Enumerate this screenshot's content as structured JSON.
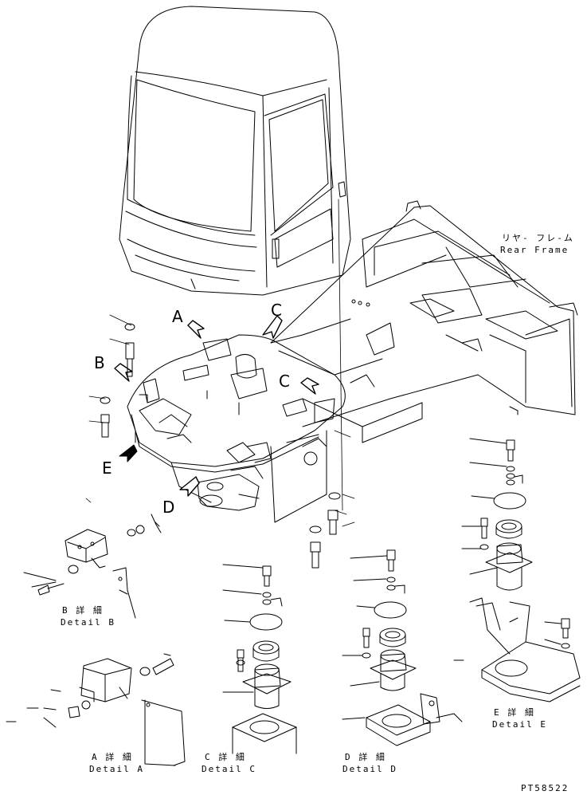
{
  "callouts": {
    "a": "A",
    "b": "B",
    "c_top": "C",
    "c_lower": "C",
    "d": "D",
    "e": "E"
  },
  "rear_frame": {
    "jp": "リヤ- フレ-ム",
    "en": "Rear Frame"
  },
  "details": {
    "b_jp": "B 詳 細",
    "b_en": "Detail B",
    "a_jp": "A 詳 細",
    "a_en": "Detail A",
    "c_jp": "C 詳 細",
    "c_en": "Detail C",
    "d_jp": "D 詳 細",
    "d_en": "Detail D",
    "e_jp": "E 詳 細",
    "e_en": "Detail E"
  },
  "drawing_number": "PT58522"
}
